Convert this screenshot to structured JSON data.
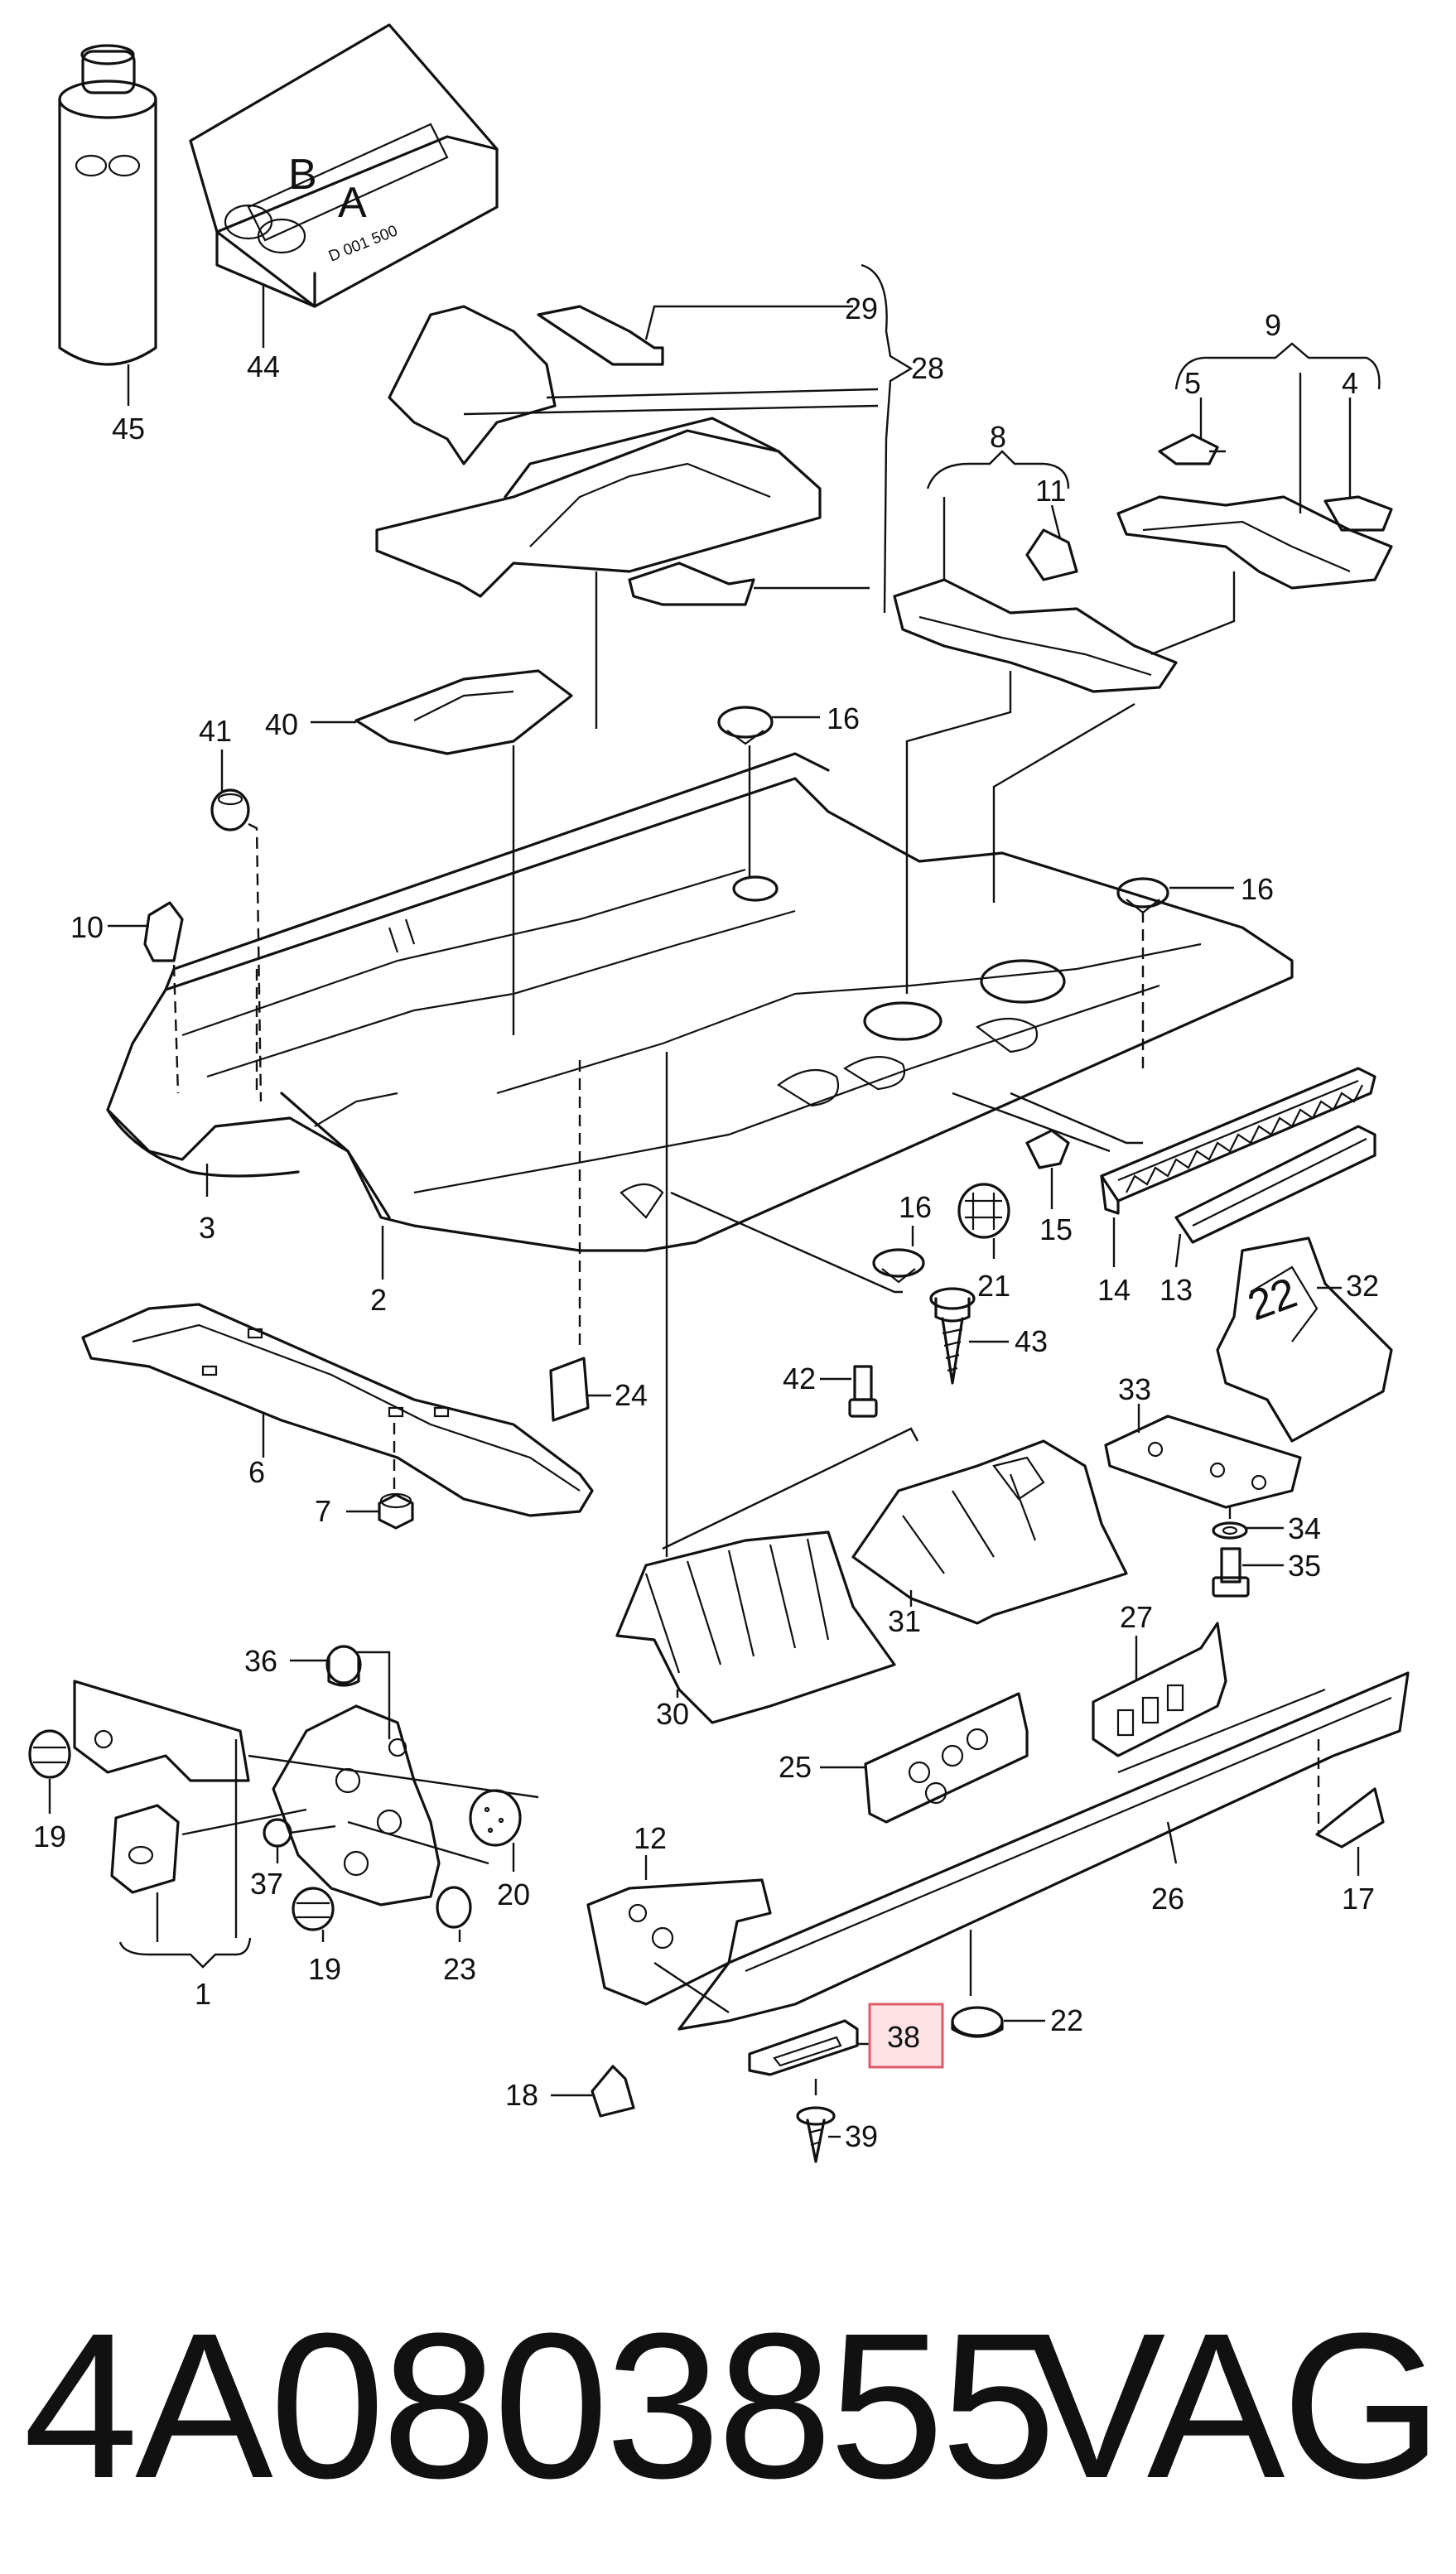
{
  "part_number": "4A0803855",
  "brand": "VAG",
  "highlight": {
    "callout": "38",
    "border_color": "#e05a6a",
    "fill_color": "#fde3e6"
  },
  "labels": {
    "box_code": "D 001 500",
    "tube_a": "A",
    "tube_b": "B",
    "plate_number": "22"
  },
  "callouts": {
    "c1": "1",
    "c2": "2",
    "c3": "3",
    "c4": "4",
    "c5": "5",
    "c6": "6",
    "c7": "7",
    "c8": "8",
    "c9": "9",
    "c10": "10",
    "c11": "11",
    "c12": "12",
    "c13": "13",
    "c14": "14",
    "c15": "15",
    "c16a": "16",
    "c16b": "16",
    "c16c": "16",
    "c17": "17",
    "c18": "18",
    "c19a": "19",
    "c19b": "19",
    "c20": "20",
    "c21": "21",
    "c22": "22",
    "c23": "23",
    "c24": "24",
    "c25": "25",
    "c26": "26",
    "c27": "27",
    "c28": "28",
    "c29": "29",
    "c30": "30",
    "c31": "31",
    "c32": "32",
    "c33": "33",
    "c34": "34",
    "c35": "35",
    "c36": "36",
    "c37": "37",
    "c38": "38",
    "c39": "39",
    "c40": "40",
    "c41": "41",
    "c42": "42",
    "c43": "43",
    "c44": "44",
    "c45": "45"
  }
}
